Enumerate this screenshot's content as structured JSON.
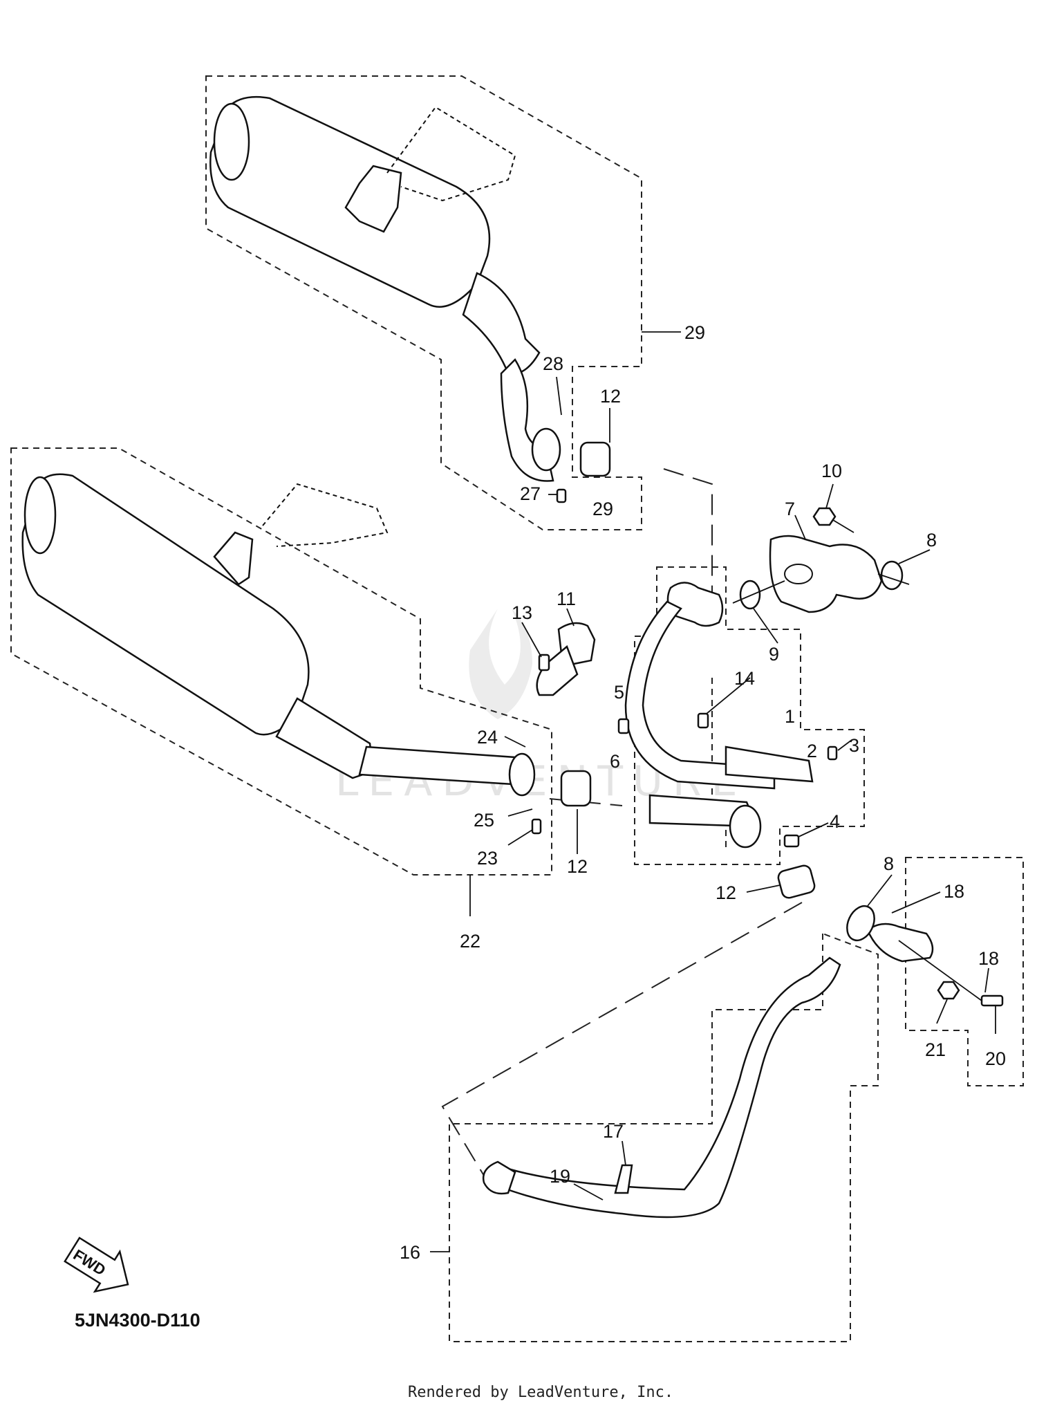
{
  "diagram": {
    "code": "5JN4300-D110",
    "direction_label": "FWD",
    "watermark": "LEADVENTURE",
    "rendered_by": "Rendered by LeadVenture, Inc."
  },
  "callouts": [
    {
      "id": "c1",
      "label": "1"
    },
    {
      "id": "c2",
      "label": "2"
    },
    {
      "id": "c3",
      "label": "3"
    },
    {
      "id": "c4",
      "label": "4"
    },
    {
      "id": "c5",
      "label": "5"
    },
    {
      "id": "c6",
      "label": "6"
    },
    {
      "id": "c7",
      "label": "7"
    },
    {
      "id": "c8a",
      "label": "8"
    },
    {
      "id": "c8b",
      "label": "8"
    },
    {
      "id": "c9",
      "label": "9"
    },
    {
      "id": "c10",
      "label": "10"
    },
    {
      "id": "c11",
      "label": "11"
    },
    {
      "id": "c12a",
      "label": "12"
    },
    {
      "id": "c12b",
      "label": "12"
    },
    {
      "id": "c12c",
      "label": "12"
    },
    {
      "id": "c13",
      "label": "13"
    },
    {
      "id": "c14",
      "label": "14"
    },
    {
      "id": "c16",
      "label": "16"
    },
    {
      "id": "c17",
      "label": "17"
    },
    {
      "id": "c18a",
      "label": "18"
    },
    {
      "id": "c18b",
      "label": "18"
    },
    {
      "id": "c19",
      "label": "19"
    },
    {
      "id": "c20",
      "label": "20"
    },
    {
      "id": "c21",
      "label": "21"
    },
    {
      "id": "c22",
      "label": "22"
    },
    {
      "id": "c23",
      "label": "23"
    },
    {
      "id": "c24",
      "label": "24"
    },
    {
      "id": "c25",
      "label": "25"
    },
    {
      "id": "c27",
      "label": "27"
    },
    {
      "id": "c28",
      "label": "28"
    },
    {
      "id": "c29a",
      "label": "29"
    },
    {
      "id": "c29b",
      "label": "29"
    }
  ]
}
